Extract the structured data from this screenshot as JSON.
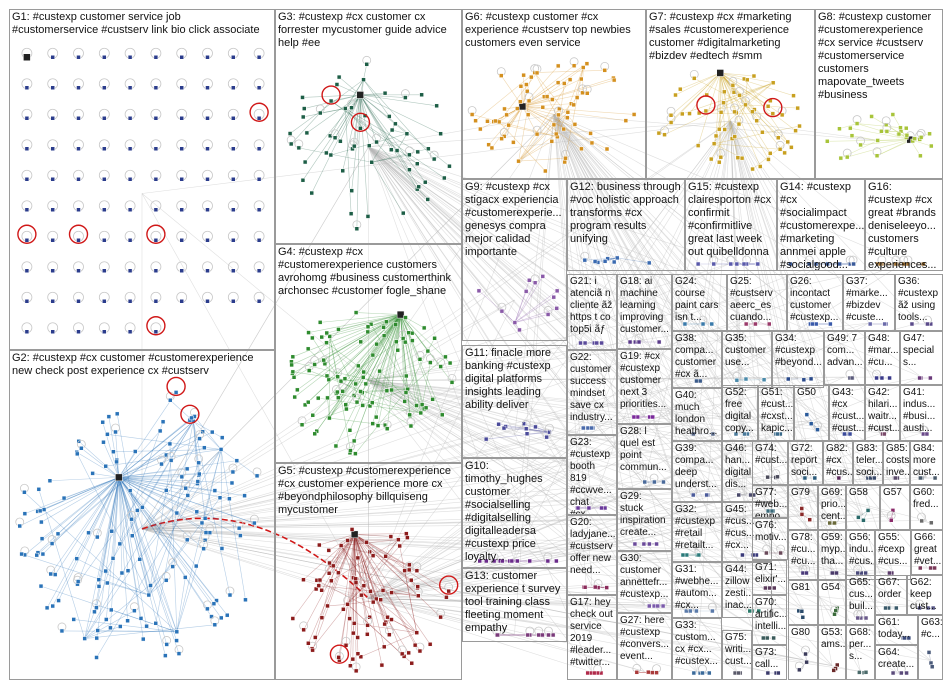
{
  "graph": {
    "edge_color": "#b8b8b8",
    "groups": [
      {
        "id": "G1",
        "label": "G1: #custexp customer service job\n#customerservice #custserv link bio click associate",
        "color": "#2b3c8c",
        "nodes": 96
      },
      {
        "id": "G2",
        "label": "G2: #custexp #cx customer #customerexperience\nnew check post experience cx #custserv",
        "color": "#2a73b8",
        "nodes": 150
      },
      {
        "id": "G3",
        "label": "G3: #custexp #cx customer cx\nforrester mycustomer guide advice\nhelp #ee",
        "color": "#1d5e46",
        "nodes": 60
      },
      {
        "id": "G4",
        "label": "G4: #custexp #cx\n#customerexperience customers\navrohomg #business customerthink\narchonsec #customer fogle_shane",
        "color": "#2e8b2e",
        "nodes": 110
      },
      {
        "id": "G5",
        "label": "G5: #custexp #customerexperience\n#cx customer experience more cx\n#beyondphilosophy billquiseng\nmycustomer",
        "color": "#8c1c1c",
        "nodes": 90
      },
      {
        "id": "G6",
        "label": "G6: #custexp customer #cx\nexperience #custserv top newbies\ncustomers even service",
        "color": "#d4901f",
        "nodes": 70
      },
      {
        "id": "G7",
        "label": "G7: #custexp #cx #marketing\n#sales #customerexperience\ncustomer #digitalmarketing\n#bizdev #edtech #smm",
        "color": "#c8a020",
        "nodes": 60
      },
      {
        "id": "G8",
        "label": "G8: #custexp customer\n#customerexperience\n#cx service #custserv\n#customerservice\ncustomers\nmapovate_tweets\n#business",
        "color": "#a8c43a",
        "nodes": 30
      },
      {
        "id": "G9",
        "label": "G9: #custexp #cx\nstigacx experiencia\n#customerexperie...\ngenesys compra\nmejor calidad\nimportante",
        "color": "#8a5aa8",
        "nodes": 12
      },
      {
        "id": "G10",
        "label": "G10:\ntimothy_hughes\ncustomer\n#socialselling\n#digitalselling\ndigitalleadersa\n#custexp price\nloyalty...",
        "color": "#6a2a8a",
        "nodes": 12
      },
      {
        "id": "G11",
        "label": "G11: finacle more\nbanking #custexp\ndigital platforms\ninsights leading\nability deliver",
        "color": "#4a4a9a",
        "nodes": 10
      },
      {
        "id": "G12",
        "label": "G12: business through\n#voc holistic approach\ntransforms #cx\nprogram results\nunifying",
        "color": "#3a6ab0",
        "nodes": 8
      },
      {
        "id": "G13",
        "label": "G13: customer\nexperience t survey\ntool training class\nfleeting moment\nempathy",
        "color": "#7a3a7a",
        "nodes": 8
      },
      {
        "id": "G14",
        "label": "G14: #custexp\n#cx\n#socialimpact\n#customerexpe...\n#marketing\nannmei apple\n#socialgood...",
        "color": "#3a5a9a",
        "nodes": 8
      },
      {
        "id": "G15",
        "label": "G15: #custexp\nclairesporton #cx\nconfirmit\n#confirmitlive\ngreat last week\nout quibelldonna",
        "color": "#5a5aaa",
        "nodes": 8
      },
      {
        "id": "G16",
        "label": "G16:\n#custexp #cx\ngreat #brands\ndeniseleeyo...\ncustomers\n#culture\nexperiences...",
        "color": "#9a6a2a",
        "nodes": 8
      },
      {
        "id": "G17",
        "label": "G17: hey\ncheck out\nservice\n2019\n#leader...\n#twitter...",
        "color": "#b02a4a",
        "nodes": 5
      },
      {
        "id": "G18",
        "label": "G18: ai\nmachine\nlearning\nimproving\ncustomer...",
        "color": "#5a3a8a",
        "nodes": 5
      },
      {
        "id": "G19",
        "label": "G19: #cx\n#custexp\ncustomer\nnext 3\npriorities...",
        "color": "#7a2a9a",
        "nodes": 5
      },
      {
        "id": "G20",
        "label": "G20:\nladyjane...\n#custserv\noffer new\nneed...",
        "color": "#8a2a5a",
        "nodes": 5
      },
      {
        "id": "G21",
        "label": "G21: i\natenciã n\ncliente ãž\nhttps t co\ntop5i ãƒ",
        "color": "#5a4a9a",
        "nodes": 5
      },
      {
        "id": "G22",
        "label": "G22:\ncustomer\nsuccess\nmindset\nsave cx\nindustry...",
        "color": "#4a6aaa",
        "nodes": 5
      },
      {
        "id": "G23",
        "label": "G23:\n#custexp\nbooth\n819\n#ccwve...\nchat #cx...",
        "color": "#6a3a9a",
        "nodes": 5
      },
      {
        "id": "G24",
        "label": "G24:\ncourse\npaint cars\nisn t...",
        "color": "#3a7aaa",
        "nodes": 4
      },
      {
        "id": "G25",
        "label": "G25:\n#custserv\naeerc_es\ncuando...",
        "color": "#9a3a6a",
        "nodes": 4
      },
      {
        "id": "G26",
        "label": "G26:\nincontact\ncustomer\n#custexp...",
        "color": "#3a5aaa",
        "nodes": 4
      },
      {
        "id": "G27",
        "label": "G27: here\n#custexp\n#convers...\nevent...",
        "color": "#aa3a3a",
        "nodes": 4
      },
      {
        "id": "G28",
        "label": "G28: l\nquel est\npoint\ncommun...",
        "color": "#4a6a9a",
        "nodes": 4
      },
      {
        "id": "G29",
        "label": "G29:\nstuck\ninspiration\ncreate...",
        "color": "#6a4a9a",
        "nodes": 4
      },
      {
        "id": "G30",
        "label": "G30:\ncustomer\nannettefr...\n#custexp...",
        "color": "#7a5aaa",
        "nodes": 4
      },
      {
        "id": "G31",
        "label": "G31:\n#webhe...\n#autom...\n#cx...",
        "color": "#5a7aaa",
        "nodes": 4
      },
      {
        "id": "G32",
        "label": "G32:\n#custexp\n#retail\n#retailt...",
        "color": "#2a7a7a",
        "nodes": 4
      },
      {
        "id": "G33",
        "label": "G33:\ncustom...\ncx #cx...\n#custex...",
        "color": "#3a6a9a",
        "nodes": 4
      },
      {
        "id": "G34",
        "label": "G34:\n#custexp\n#beyond...",
        "color": "#2a4a8a",
        "nodes": 3
      },
      {
        "id": "G35",
        "label": "G35:\ncustomer\nuse...",
        "color": "#4a8aaa",
        "nodes": 3
      },
      {
        "id": "G36",
        "label": "G36:\n#custexp\nãž using\ntools...",
        "color": "#5a4a8a",
        "nodes": 3
      },
      {
        "id": "G37",
        "label": "G37:\n#marke...\n#bizdev\n#custe...",
        "color": "#6a6aaa",
        "nodes": 3
      },
      {
        "id": "G38",
        "label": "G38:\ncompa...\ncustomer\n#cx ã...",
        "color": "#3a5a8a",
        "nodes": 3
      },
      {
        "id": "G39",
        "label": "G39:\ncompa...\ndeep\nunderst...",
        "color": "#4a5a9a",
        "nodes": 3
      },
      {
        "id": "G40",
        "label": "G40:\nmuch\nlondon\nheathro...",
        "color": "#5a6a8a",
        "nodes": 3
      },
      {
        "id": "G41",
        "label": "G41:\nindus...\n#busi...\nausti...",
        "color": "#6a4a8a",
        "nodes": 3
      },
      {
        "id": "G42",
        "label": "G42:\nhilari...\nwaitr...\n#cust...",
        "color": "#7a4a6a",
        "nodes": 3
      },
      {
        "id": "G43",
        "label": "G43:\n#cx\n#cust...\n#cust...",
        "color": "#3a4a9a",
        "nodes": 3
      },
      {
        "id": "G44",
        "label": "G44:\nzillow\nzesti...\ninac...",
        "color": "#2a7a6a",
        "nodes": 3
      },
      {
        "id": "G45",
        "label": "G45:\n#cus...\n#cus...\n#cx...",
        "color": "#3a3a7a",
        "nodes": 3
      },
      {
        "id": "G46",
        "label": "G46:\nhan...\ndigital\ndis...",
        "color": "#4a4a6a",
        "nodes": 3
      },
      {
        "id": "G47",
        "label": "G47:\nspecial\ns...",
        "color": "#6a3a7a",
        "nodes": 3
      },
      {
        "id": "G48",
        "label": "G48:\n#mar...\n#cu...",
        "color": "#3a3a8a",
        "nodes": 3
      },
      {
        "id": "G49",
        "label": "G49: 7\ncom...\nadvan...",
        "color": "#5a5a7a",
        "nodes": 3
      },
      {
        "id": "G50",
        "label": "G50",
        "color": "#2a5a9a",
        "nodes": 3
      },
      {
        "id": "G51",
        "label": "G51:\n#cust...\n#cxst...\nkapic...",
        "color": "#3a6a8a",
        "nodes": 3
      },
      {
        "id": "G52",
        "label": "G52:\nfree\ndigital\ncopy...",
        "color": "#4a7a9a",
        "nodes": 3
      },
      {
        "id": "G53",
        "label": "G53:\nams...",
        "color": "#6a2a2a",
        "nodes": 3
      },
      {
        "id": "G54",
        "label": "G54",
        "color": "#3a6a3a",
        "nodes": 3
      },
      {
        "id": "G55",
        "label": "G55:\n#cexp\n#cus...",
        "color": "#5a3a6a",
        "nodes": 3
      },
      {
        "id": "G56",
        "label": "G56:\nindu...\n#cus...",
        "color": "#4a4a7a",
        "nodes": 3
      },
      {
        "id": "G57",
        "label": "G57",
        "color": "#8a2a6a",
        "nodes": 3
      },
      {
        "id": "G58",
        "label": "G58",
        "color": "#2a6a6a",
        "nodes": 3
      },
      {
        "id": "G59",
        "label": "G59:\nmyp...\ntha...",
        "color": "#4a3a6a",
        "nodes": 3
      },
      {
        "id": "G60",
        "label": "G60:\nfred...",
        "color": "#6a6a6a",
        "nodes": 3
      },
      {
        "id": "G61",
        "label": "G61:\ntoday...",
        "color": "#3a4a7a",
        "nodes": 3
      },
      {
        "id": "G62",
        "label": "G62:\nkeep\ncust...",
        "color": "#5a5a8a",
        "nodes": 3
      },
      {
        "id": "G63",
        "label": "G63:\n#c...",
        "color": "#4a5a7a",
        "nodes": 3
      },
      {
        "id": "G64",
        "label": "G64:\ncreate...",
        "color": "#5a4a7a",
        "nodes": 3
      },
      {
        "id": "G65",
        "label": "G65:\ncus...\nbuil...",
        "color": "#6a5a8a",
        "nodes": 3
      },
      {
        "id": "G66",
        "label": "G66:\ngreat\n#vet...",
        "color": "#7a3a5a",
        "nodes": 3
      },
      {
        "id": "G67",
        "label": "G67:\norder",
        "color": "#3a5a6a",
        "nodes": 3
      },
      {
        "id": "G68",
        "label": "G68:\nper...\ns...",
        "color": "#4a6a6a",
        "nodes": 3
      },
      {
        "id": "G69",
        "label": "G69:\nprio...\ncent...",
        "color": "#6a6a3a",
        "nodes": 3
      },
      {
        "id": "G70",
        "label": "G70:\nartific...\nintelli...",
        "color": "#3a5a5a",
        "nodes": 3
      },
      {
        "id": "G71",
        "label": "G71:\nelixir'...",
        "color": "#5a3a5a",
        "nodes": 3
      },
      {
        "id": "G72",
        "label": "G72:\nreport\nsoci...",
        "color": "#2a5a7a",
        "nodes": 3
      },
      {
        "id": "G73",
        "label": "G73:\ncall...",
        "color": "#3a3a6a",
        "nodes": 3
      },
      {
        "id": "G74",
        "label": "G74:\n#cust...",
        "color": "#4a4a5a",
        "nodes": 3
      },
      {
        "id": "G75",
        "label": "G75:\nwriti...\ncust...",
        "color": "#5a5a6a",
        "nodes": 3
      },
      {
        "id": "G76",
        "label": "G76:\nmotiv...",
        "color": "#6a4a5a",
        "nodes": 3
      },
      {
        "id": "G77",
        "label": "G77:\n#web...\nempo...",
        "color": "#3a6a7a",
        "nodes": 3
      },
      {
        "id": "G78",
        "label": "G78:\n#cu...\n#cu...",
        "color": "#4a3a7a",
        "nodes": 3
      },
      {
        "id": "G79",
        "label": "G79",
        "color": "#8a2a2a",
        "nodes": 3
      },
      {
        "id": "G80",
        "label": "G80",
        "color": "#3a3a5a",
        "nodes": 3
      },
      {
        "id": "G81",
        "label": "G81",
        "color": "#2a4a6a",
        "nodes": 3
      },
      {
        "id": "G82",
        "label": "G82:\n#cx\n#cus...",
        "color": "#5a2a5a",
        "nodes": 3
      },
      {
        "id": "G83",
        "label": "G83:\nteler...\nsoci...",
        "color": "#3a4a6a",
        "nodes": 3
      },
      {
        "id": "G84",
        "label": "G84:\nmore\ncust...",
        "color": "#4a5a6a",
        "nodes": 3
      },
      {
        "id": "G85",
        "label": "G85:\ncosts\ninve...",
        "color": "#5a4a6a",
        "nodes": 3
      }
    ]
  }
}
